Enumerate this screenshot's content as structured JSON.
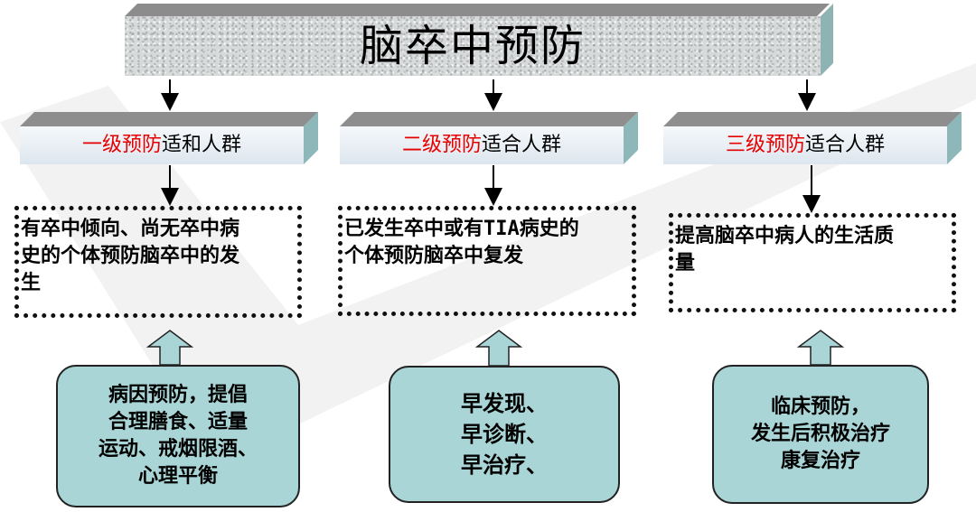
{
  "title": "脑卒中预防",
  "levels": [
    {
      "highlight": "一级预防",
      "rest": "适和人群",
      "description": [
        "有卒中倾向、尚无卒中病",
        "史的个体预防脑卒中的发",
        "生"
      ],
      "methods": [
        "病因预防，提倡",
        "合理膳食、适量",
        "运动、戒烟限酒、",
        "心理平衡"
      ]
    },
    {
      "highlight": "二级预防",
      "rest": "适合人群",
      "description": [
        "已发生卒中或有TIA病史的",
        "个体预防脑卒中复发"
      ],
      "methods": [
        "早发现、",
        "早诊断、",
        "早治疗、"
      ]
    },
    {
      "highlight": "三级预防",
      "rest": "适合人群",
      "description": [
        "提高脑卒中病人的生活质",
        "量"
      ],
      "methods": [
        "临床预防，",
        "发生后积极治疗",
        "康复治疗"
      ]
    }
  ],
  "colors": {
    "highlight": "#e60000",
    "method_fill": "#a9d5d6",
    "block_side": "#8db7b8"
  }
}
